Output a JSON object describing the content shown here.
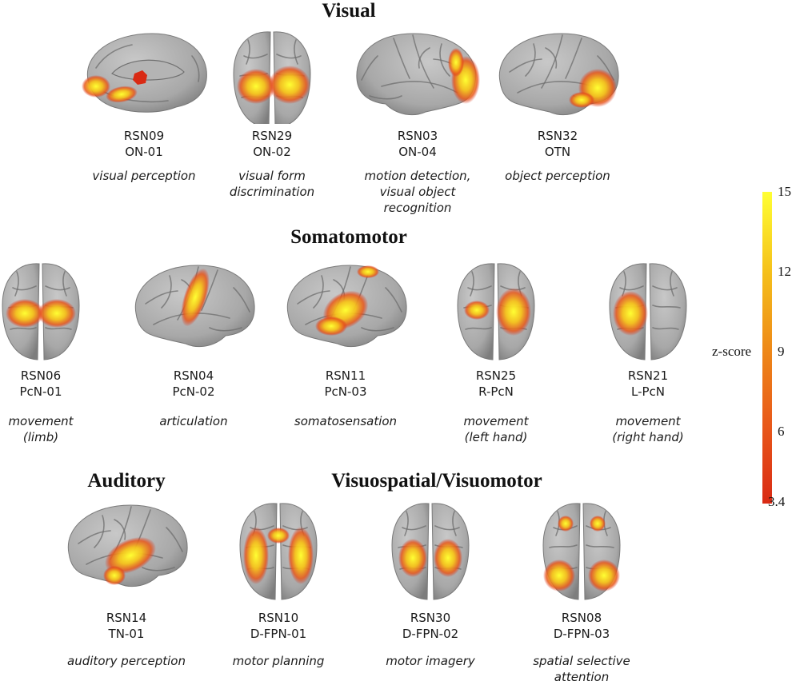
{
  "sections": {
    "visual": "Visual",
    "somatomotor": "Somatomotor",
    "auditory": "Auditory",
    "visuospatial": "Visuospatial/Visuomotor"
  },
  "panels": [
    {
      "rsn": "RSN09",
      "net": "ON-01",
      "func": [
        "visual perception"
      ],
      "view": "medial"
    },
    {
      "rsn": "RSN29",
      "net": "ON-02",
      "func": [
        "visual form",
        "discrimination"
      ],
      "view": "posterior"
    },
    {
      "rsn": "RSN03",
      "net": "ON-04",
      "func": [
        "motion detection,",
        "visual object",
        "recognition"
      ],
      "view": "lateral-right"
    },
    {
      "rsn": "RSN32",
      "net": "OTN",
      "func": [
        "object perception"
      ],
      "view": "lateral-left"
    },
    {
      "rsn": "RSN06",
      "net": "PcN-01",
      "func": [
        "movement",
        "(limb)"
      ],
      "view": "dorsal"
    },
    {
      "rsn": "RSN04",
      "net": "PcN-02",
      "func": [
        "articulation"
      ],
      "view": "lateral-left"
    },
    {
      "rsn": "RSN11",
      "net": "PcN-03",
      "func": [
        "somatosensation"
      ],
      "view": "lateral-left"
    },
    {
      "rsn": "RSN25",
      "net": "R-PcN",
      "func": [
        "movement",
        "(left hand)"
      ],
      "view": "dorsal"
    },
    {
      "rsn": "RSN21",
      "net": "L-PcN",
      "func": [
        "movement",
        "(right hand)"
      ],
      "view": "dorsal"
    },
    {
      "rsn": "RSN14",
      "net": "TN-01",
      "func": [
        "auditory perception"
      ],
      "view": "lateral-left"
    },
    {
      "rsn": "RSN10",
      "net": "D-FPN-01",
      "func": [
        "motor planning"
      ],
      "view": "dorsal"
    },
    {
      "rsn": "RSN30",
      "net": "D-FPN-02",
      "func": [
        "motor imagery"
      ],
      "view": "dorsal"
    },
    {
      "rsn": "RSN08",
      "net": "D-FPN-03",
      "func": [
        "spatial selective",
        "attention"
      ],
      "view": "dorsal"
    }
  ],
  "colorbar": {
    "label": "z-score",
    "min": 3.4,
    "max": 15,
    "ticks": [
      "15",
      "12",
      "9",
      "6",
      "3.4"
    ],
    "colors": [
      "#ffff33",
      "#f5c21b",
      "#ee8a18",
      "#e8581a",
      "#d92a14"
    ]
  }
}
